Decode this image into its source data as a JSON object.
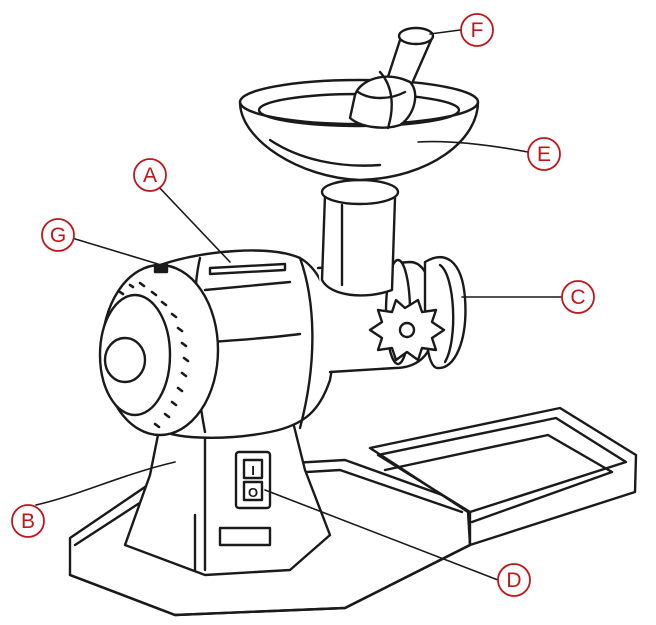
{
  "diagram": {
    "callouts": [
      {
        "id": "A",
        "label": "A"
      },
      {
        "id": "B",
        "label": "B"
      },
      {
        "id": "C",
        "label": "C"
      },
      {
        "id": "D",
        "label": "D"
      },
      {
        "id": "E",
        "label": "E"
      },
      {
        "id": "F",
        "label": "F"
      },
      {
        "id": "G",
        "label": "G"
      }
    ],
    "switch_marks": {
      "on": "I",
      "off": "O"
    }
  },
  "colors": {
    "callout": "#c0161b",
    "line_art": "#1a1a1a",
    "background": "#ffffff"
  }
}
